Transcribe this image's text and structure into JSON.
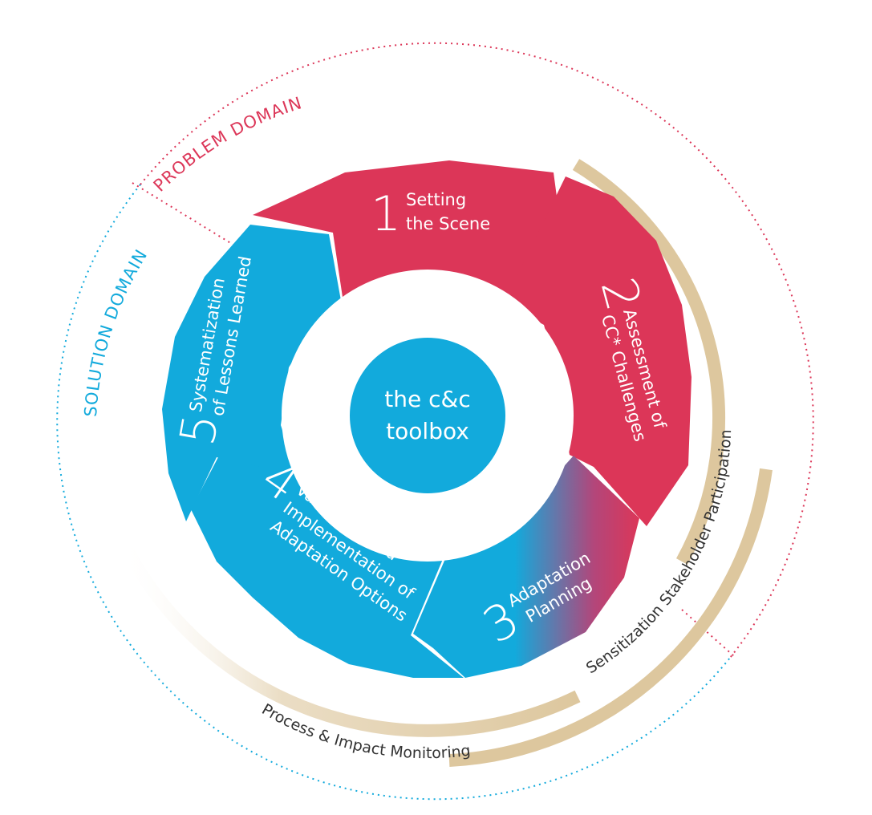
{
  "colors": {
    "red": "#dc3658",
    "blue": "#12aadc",
    "gold": "#ddc79e",
    "text_dark": "#333333"
  },
  "center": {
    "line1": "the c&c",
    "line2": "toolbox"
  },
  "steps": [
    {
      "number": "1",
      "lines": [
        "Setting",
        "the Scene"
      ]
    },
    {
      "number": "2",
      "lines": [
        "Assessment of",
        "CC* Challenges"
      ]
    },
    {
      "number": "3",
      "lines": [
        "Adaptation",
        "Planning"
      ]
    },
    {
      "number": "4",
      "lines": [
        "Validation and",
        "Implementation of",
        "Adaptation Options"
      ]
    },
    {
      "number": "5",
      "lines": [
        "Systematization",
        "of Lessons Learned"
      ]
    }
  ],
  "domains": {
    "problem": "PROBLEM DOMAIN",
    "solution": "SOLUTION DOMAIN"
  },
  "arcs": {
    "stakeholder": "Sensitization Stakeholder Participation",
    "monitoring": "Process & Impact Monitoring"
  }
}
